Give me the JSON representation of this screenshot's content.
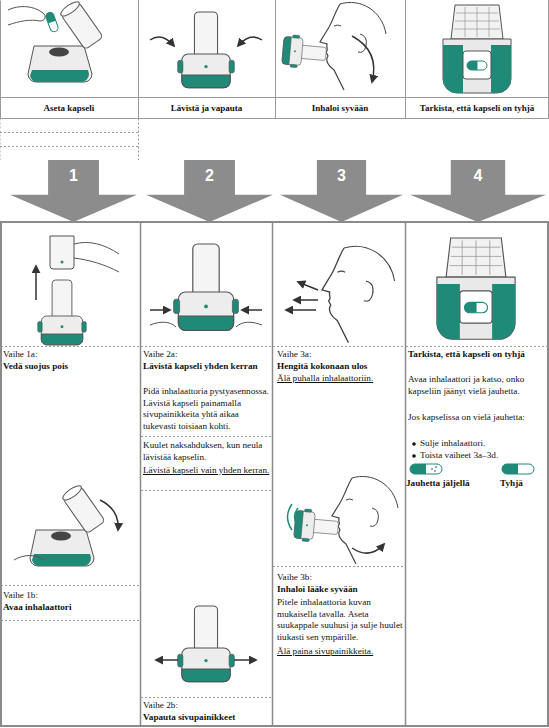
{
  "diagram": {
    "nodes": [
      {
        "text": [
          "1"
        ]
      },
      {
        "text": [
          "2"
        ]
      },
      {
        "text": [
          "3"
        ]
      },
      {
        "text": [
          "4"
        ]
      }
    ],
    "labels": [
      "Aseta kapseli",
      "Lävistä ja vapauta",
      "Inhaloi syvään",
      "Tarkista, että kapseli on tyhjä",
      "Vaihe 1a:",
      "Vedä suojus pois",
      "Vaihe 2a:",
      "Lävistä kapseli yhden kerran",
      "Pidä inhalaattoria pystyasennossa. Lävistä kapseli painamalla sivupainikkeita yhtä aikaa tukevasti toisiaan kohti.",
      "Kuulet naksahduksen, kun neula lävistää kapselin.",
      "Lävistä kapseli vain yhden kerran.",
      "Vaihe 3a:",
      "Hengitä kokonaan ulos",
      "Älä puhalla inhalaattoriin.",
      "Tarkista, että kapseli on tyhjä",
      "Avaa inhalaattori ja katso, onko kapseliin jäänyt vielä jauhetta.",
      "Jos kapselissa on vielä jauhetta:",
      "Sulje inhalaattori.",
      "Toista vaiheet 3a–3d.",
      "Jauhetta jäljellä",
      "Tyhjä",
      "Vaihe 1b:",
      "Avaa inhalaattori",
      "Vaihe 3b:",
      "Inhaloi lääke syvään",
      "Pitele inhalaattoria kuvan mukaisella tavalla. Aseta suukappale suuhusi ja sulje huulet tiukasti sen ympärille.",
      "Älä paina sivupainikkeita.",
      "Vaihe 2b:",
      "Vapauta sivupainikkeet"
    ]
  }
}
